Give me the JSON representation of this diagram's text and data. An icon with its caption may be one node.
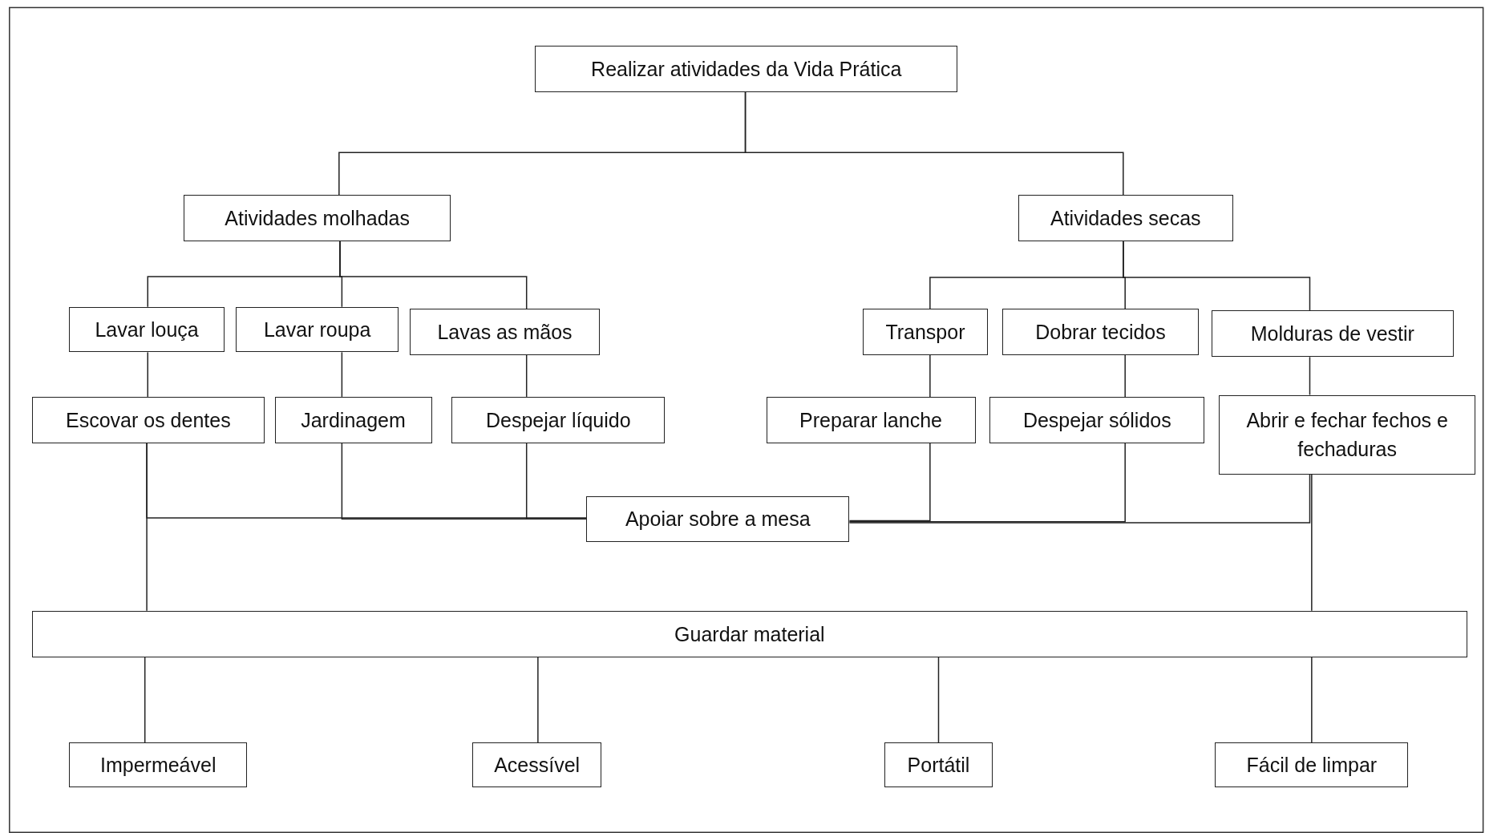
{
  "diagram": {
    "nodes": [
      {
        "text": [
          "Realizar atividades da Vida Prática"
        ]
      },
      {
        "text": [
          "Atividades molhadas"
        ]
      },
      {
        "text": [
          "Atividades secas"
        ]
      },
      {
        "text": [
          "Lavar louça"
        ]
      },
      {
        "text": [
          "Lavar roupa"
        ]
      },
      {
        "text": [
          "Lavas as mãos"
        ]
      },
      {
        "text": [
          "Transpor"
        ]
      },
      {
        "text": [
          "Dobrar tecidos"
        ]
      },
      {
        "text": [
          "Molduras de vestir"
        ]
      },
      {
        "text": [
          "Escovar os dentes"
        ]
      },
      {
        "text": [
          "Jardinagem"
        ]
      },
      {
        "text": [
          "Despejar líquido"
        ]
      },
      {
        "text": [
          "Preparar lanche"
        ]
      },
      {
        "text": [
          "Despejar sólidos"
        ]
      },
      {
        "text": [
          "Abrir e fechar fechos e fechaduras"
        ]
      },
      {
        "text": [
          "Apoiar sobre a mesa"
        ]
      },
      {
        "text": [
          "Guardar material"
        ]
      },
      {
        "text": [
          "Impermeável"
        ]
      },
      {
        "text": [
          "Acessível"
        ]
      },
      {
        "text": [
          "Portátil"
        ]
      },
      {
        "text": [
          "Fácil de limpar"
        ]
      }
    ],
    "edges": [
      {
        "from": 0,
        "to": 1,
        "arrow": "none"
      },
      {
        "from": 0,
        "to": 2,
        "arrow": "none"
      },
      {
        "from": 1,
        "to": 3,
        "arrow": "none"
      },
      {
        "from": 1,
        "to": 4,
        "arrow": "none"
      },
      {
        "from": 1,
        "to": 5,
        "arrow": "none"
      },
      {
        "from": 2,
        "to": 6,
        "arrow": "none"
      },
      {
        "from": 2,
        "to": 7,
        "arrow": "none"
      },
      {
        "from": 2,
        "to": 8,
        "arrow": "none"
      },
      {
        "from": 3,
        "to": 9,
        "arrow": "none"
      },
      {
        "from": 4,
        "to": 10,
        "arrow": "none"
      },
      {
        "from": 5,
        "to": 11,
        "arrow": "none"
      },
      {
        "from": 6,
        "to": 12,
        "arrow": "none"
      },
      {
        "from": 7,
        "to": 13,
        "arrow": "none"
      },
      {
        "from": 8,
        "to": 14,
        "arrow": "none"
      },
      {
        "from": 9,
        "to": 15,
        "arrow": "none"
      },
      {
        "from": 10,
        "to": 15,
        "arrow": "none"
      },
      {
        "from": 11,
        "to": 15,
        "arrow": "none"
      },
      {
        "from": 12,
        "to": 15,
        "arrow": "none"
      },
      {
        "from": 13,
        "to": 15,
        "arrow": "none"
      },
      {
        "from": 14,
        "to": 15,
        "arrow": "none"
      },
      {
        "from": 9,
        "to": 16,
        "arrow": "none"
      },
      {
        "from": 14,
        "to": 16,
        "arrow": "none"
      },
      {
        "from": 16,
        "to": 17,
        "arrow": "none"
      },
      {
        "from": 16,
        "to": 18,
        "arrow": "none"
      },
      {
        "from": 16,
        "to": 19,
        "arrow": "none"
      },
      {
        "from": 16,
        "to": 20,
        "arrow": "none"
      }
    ]
  }
}
